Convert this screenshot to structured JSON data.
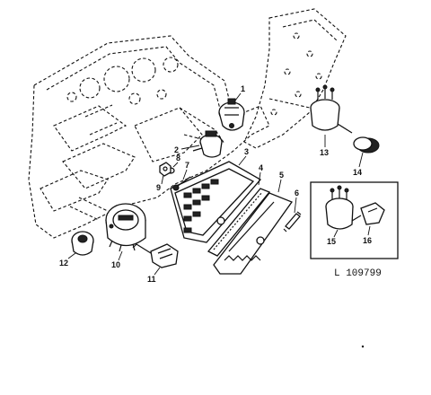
{
  "diagram": {
    "reference": "L 109799",
    "callouts": [
      "1",
      "2",
      "3",
      "4",
      "5",
      "6",
      "7",
      "8",
      "9",
      "10",
      "11",
      "12",
      "13",
      "14",
      "15",
      "16"
    ]
  }
}
